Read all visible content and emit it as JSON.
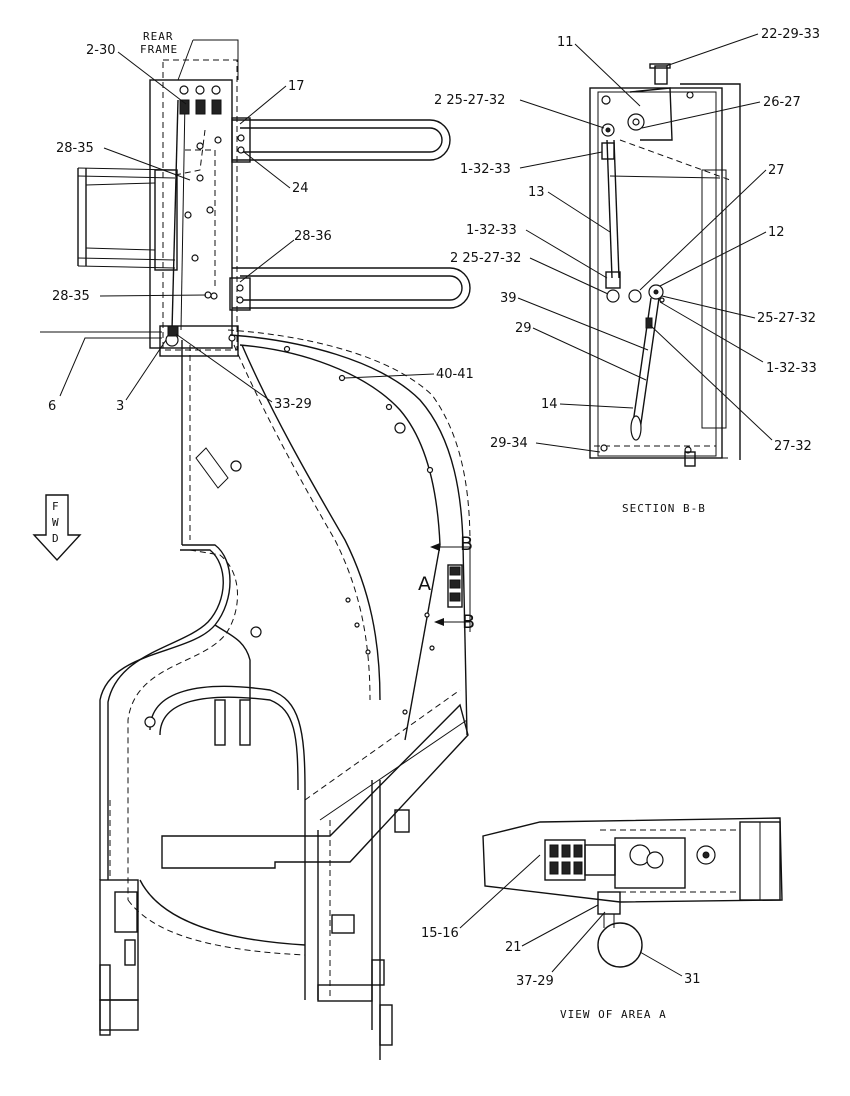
{
  "views": {
    "main": {
      "rear_frame": "REAR\nFRAME",
      "fwd_arrow": "F\nW\nD",
      "section_marker": "B",
      "area_marker": "A",
      "labels": [
        "2-30",
        "17",
        "28-35",
        "24",
        "28-36",
        "28-35",
        "6",
        "3",
        "33-29",
        "40-41"
      ]
    },
    "section_bb": {
      "title": "SECTION B-B",
      "labels": [
        "11",
        "22-29-33",
        "25-27-32",
        "26-27",
        "1-32-33",
        "13",
        "27",
        "12",
        "1-32-33",
        "25-27-32",
        "25-27-32",
        "39",
        "1-32-33",
        "29",
        "14",
        "27-32",
        "29-34"
      ]
    },
    "view_area_a": {
      "title": "VIEW OF AREA A",
      "labels": [
        "15-16",
        "21",
        "37-29",
        "31"
      ]
    }
  }
}
